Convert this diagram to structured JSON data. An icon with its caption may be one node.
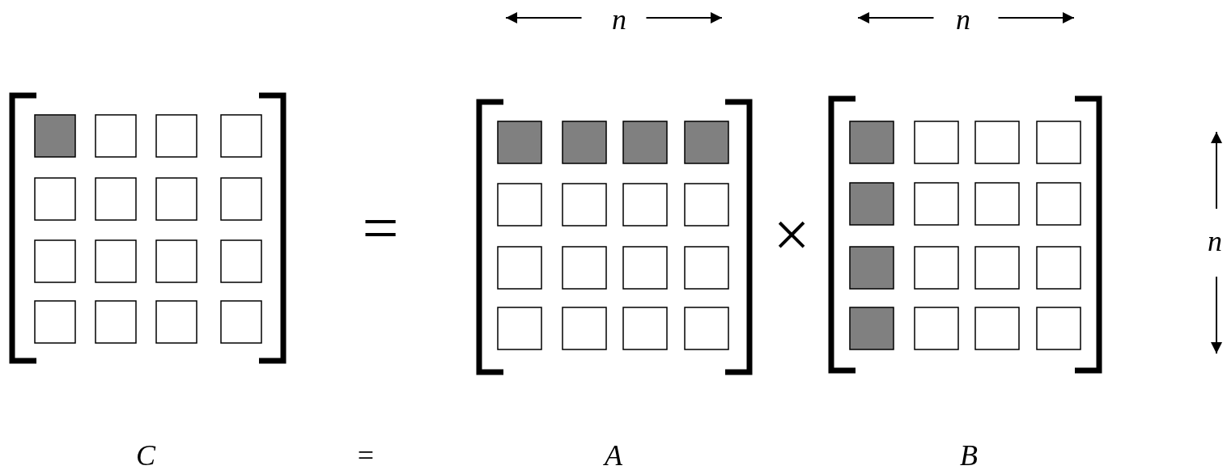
{
  "diagram": {
    "labels": [
      "n",
      "n",
      "=",
      "×",
      "n",
      "C",
      "=",
      "A",
      "B"
    ]
  }
}
